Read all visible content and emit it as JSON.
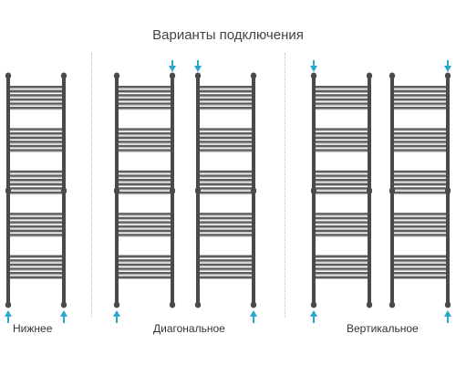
{
  "title": "Варианты подключения",
  "connection_types": [
    {
      "label": "Нижнее",
      "radiators": 1
    },
    {
      "label": "Диагональное",
      "radiators": 2
    },
    {
      "label": "Вертикальное",
      "radiators": 2
    }
  ],
  "radiator": {
    "bar_groups": 5,
    "bars_per_group": 6
  },
  "connections": [
    {
      "radiator": 1,
      "arrows": [
        {
          "side": "left",
          "position": "bottom",
          "direction": "up"
        },
        {
          "side": "right",
          "position": "bottom",
          "direction": "up"
        }
      ]
    },
    {
      "radiator": 2,
      "arrows": [
        {
          "side": "right",
          "position": "top",
          "direction": "down"
        },
        {
          "side": "left",
          "position": "bottom",
          "direction": "up"
        }
      ]
    },
    {
      "radiator": 3,
      "arrows": [
        {
          "side": "left",
          "position": "top",
          "direction": "down"
        },
        {
          "side": "right",
          "position": "bottom",
          "direction": "up"
        }
      ]
    },
    {
      "radiator": 4,
      "arrows": [
        {
          "side": "left",
          "position": "top",
          "direction": "down"
        },
        {
          "side": "left",
          "position": "bottom",
          "direction": "up"
        }
      ]
    },
    {
      "radiator": 5,
      "arrows": [
        {
          "side": "right",
          "position": "top",
          "direction": "down"
        },
        {
          "side": "right",
          "position": "bottom",
          "direction": "up"
        }
      ]
    }
  ],
  "colors": {
    "radiator": "#4a4a4a",
    "bar": "#5e5e5e",
    "bar_highlight": "#b5b5b5",
    "arrow": "#29a9c9",
    "divider": "#b9b9b9",
    "text": "#333333"
  }
}
